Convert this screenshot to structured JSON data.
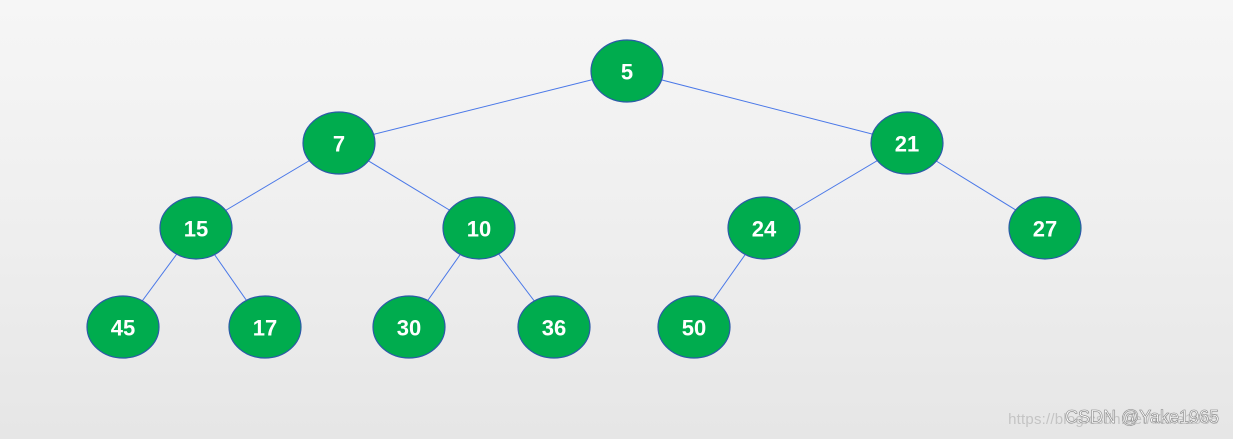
{
  "diagram": {
    "type": "binary-tree",
    "colors": {
      "node_fill": "#00ac4e",
      "node_border": "#2c5aa8",
      "node_text": "#ffffff",
      "edge": "#4a78e8"
    },
    "nodes": [
      {
        "id": "n5",
        "label": "5"
      },
      {
        "id": "n7",
        "label": "7"
      },
      {
        "id": "n21",
        "label": "21"
      },
      {
        "id": "n15",
        "label": "15"
      },
      {
        "id": "n10",
        "label": "10"
      },
      {
        "id": "n24",
        "label": "24"
      },
      {
        "id": "n27",
        "label": "27"
      },
      {
        "id": "n45",
        "label": "45"
      },
      {
        "id": "n17",
        "label": "17"
      },
      {
        "id": "n30",
        "label": "30"
      },
      {
        "id": "n36",
        "label": "36"
      },
      {
        "id": "n50",
        "label": "50"
      }
    ],
    "edges": [
      {
        "from": "n5",
        "to": "n7"
      },
      {
        "from": "n5",
        "to": "n21"
      },
      {
        "from": "n7",
        "to": "n15"
      },
      {
        "from": "n7",
        "to": "n10"
      },
      {
        "from": "n21",
        "to": "n24"
      },
      {
        "from": "n21",
        "to": "n27"
      },
      {
        "from": "n15",
        "to": "n45"
      },
      {
        "from": "n15",
        "to": "n17"
      },
      {
        "from": "n10",
        "to": "n30"
      },
      {
        "from": "n10",
        "to": "n36"
      },
      {
        "from": "n24",
        "to": "n50"
      }
    ]
  },
  "watermark": {
    "url_text": "https://blog.csdn.net/Yake1965",
    "main_text": "CSDN @Yake1965"
  }
}
